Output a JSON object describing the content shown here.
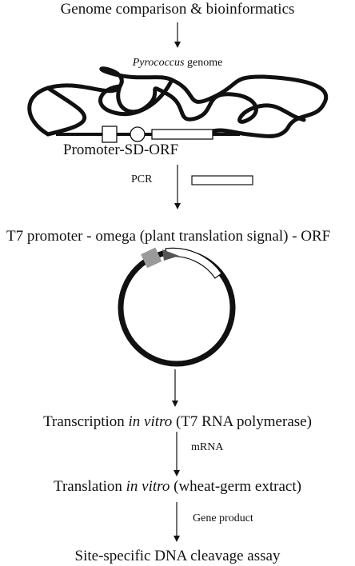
{
  "steps": {
    "genome_comparison": "Genome comparison & bioinformatics",
    "genome_label": {
      "italic": "Pyrococcus",
      "rest": " genome"
    },
    "promoter_sd_orf": "Promoter-SD-ORF",
    "pcr": "PCR",
    "construct": "T7 promoter - omega (plant translation signal) - ORF",
    "transcription": {
      "pre": "Transcription ",
      "italic": "in vitro",
      "post": " (T7 RNA polymerase)"
    },
    "mrna": "mRNA",
    "translation": {
      "pre": "Translation ",
      "italic": "in vitro",
      "post": " (wheat-germ extract)"
    },
    "gene_product": "Gene product",
    "assay": "Site-specific DNA cleavage assay"
  },
  "colors": {
    "line": "#111111",
    "promoter_box": "#9a9a9a",
    "omega_arrow": "#555555"
  }
}
